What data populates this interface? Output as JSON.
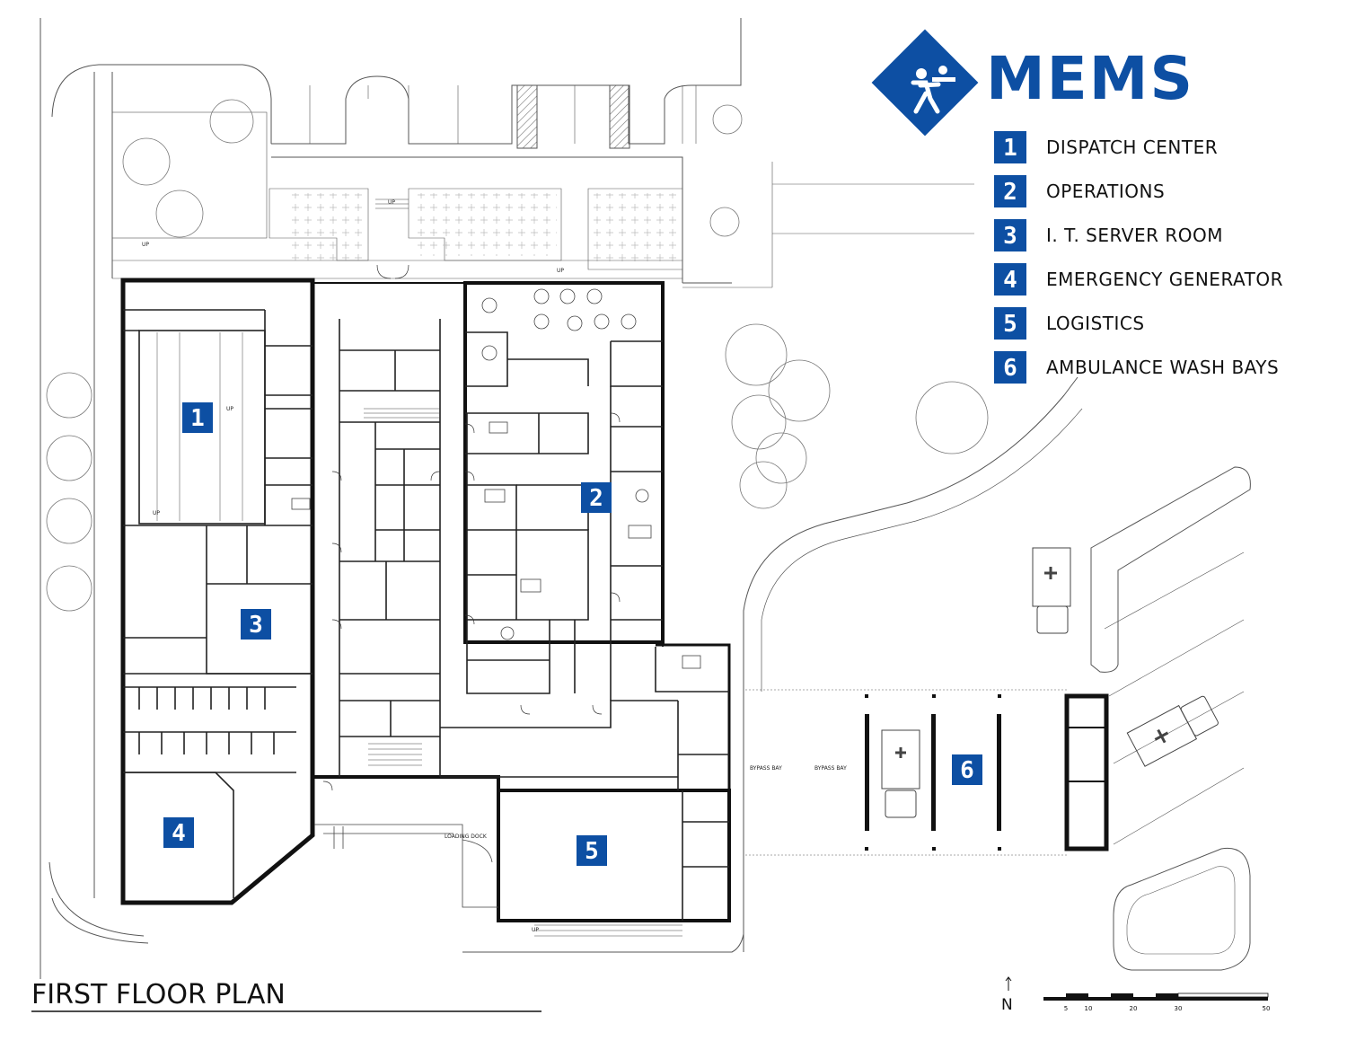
{
  "brand": {
    "name": "MEMS",
    "color": "#0d4fa3",
    "logo_icon": "person-pushing-stretcher-icon"
  },
  "legend": [
    {
      "number": "1",
      "label": "DISPATCH CENTER"
    },
    {
      "number": "2",
      "label": "OPERATIONS"
    },
    {
      "number": "3",
      "label": "I. T. SERVER ROOM"
    },
    {
      "number": "4",
      "label": "EMERGENCY GENERATOR"
    },
    {
      "number": "5",
      "label": "LOGISTICS"
    },
    {
      "number": "6",
      "label": "AMBULANCE WASH BAYS"
    }
  ],
  "plan": {
    "title": "FIRST FLOOR PLAN",
    "annotations": {
      "loading_dock": "LOADING DOCK",
      "bypass_bay_1": "BYPASS BAY",
      "bypass_bay_2": "BYPASS BAY",
      "up_1": "UP",
      "up_2": "UP",
      "up_3": "UP",
      "up_4": "UP",
      "up_5": "UP",
      "up_6": "UP"
    }
  },
  "north_arrow": {
    "label": "N"
  },
  "scale_bar": {
    "ticks": [
      "5",
      "10",
      "20",
      "30",
      "50"
    ]
  }
}
